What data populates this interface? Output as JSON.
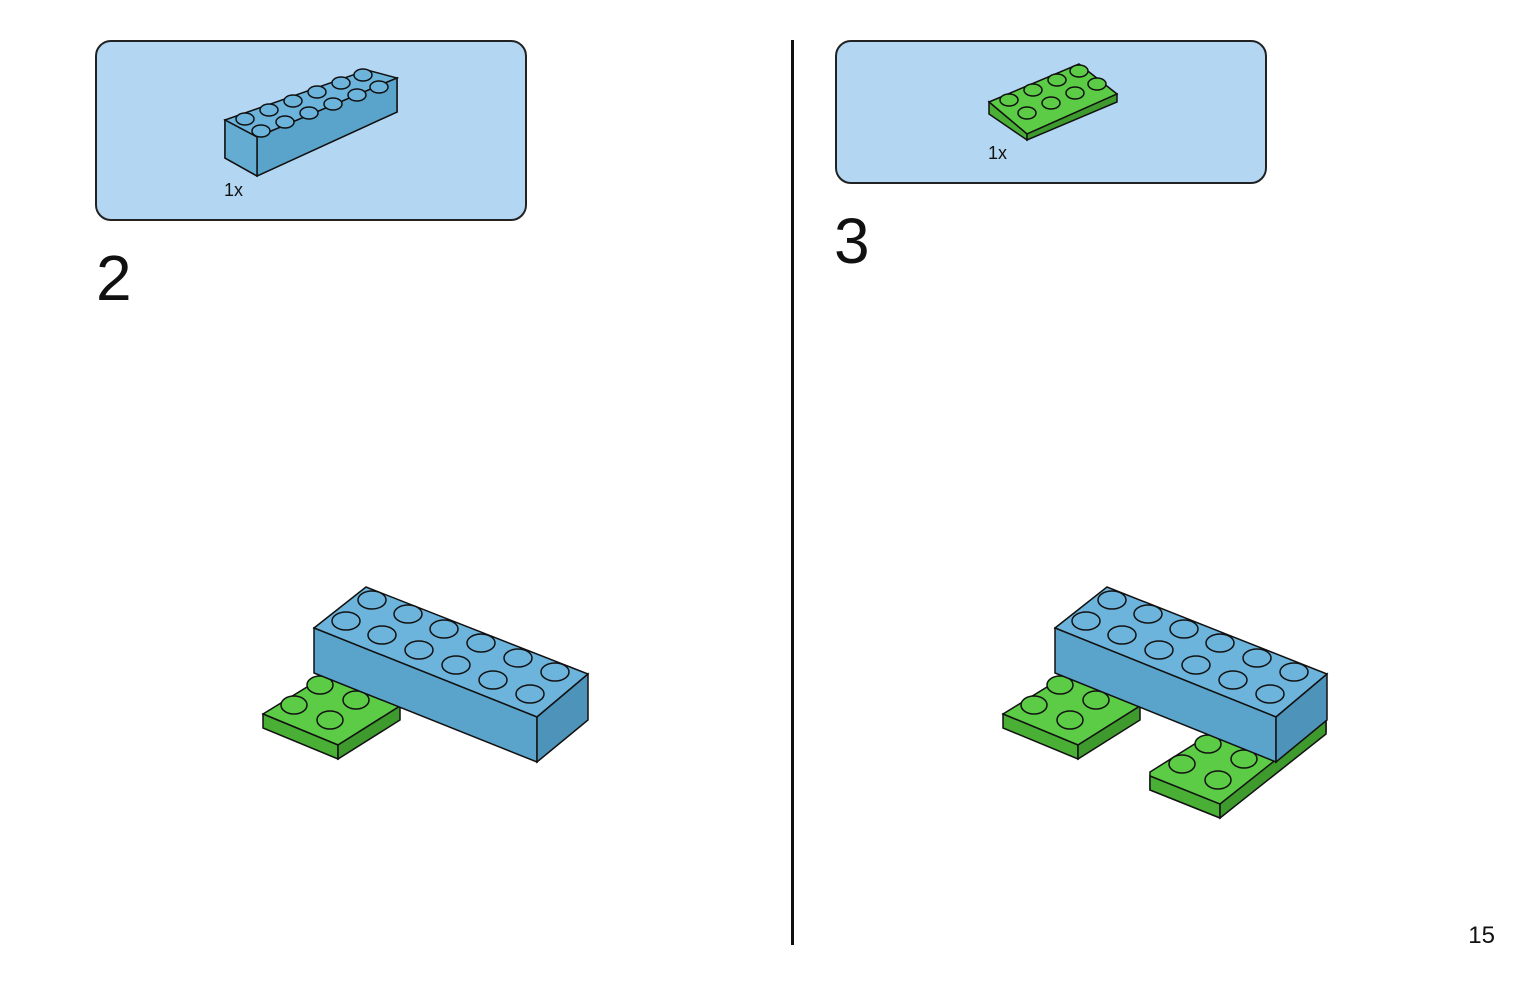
{
  "steps": [
    {
      "number": "2",
      "parts": [
        {
          "qty": "1x",
          "piece": "blue-brick-2x6"
        }
      ]
    },
    {
      "number": "3",
      "parts": [
        {
          "qty": "1x",
          "piece": "green-plate-2x4"
        }
      ]
    }
  ],
  "page_number": "15",
  "colors": {
    "parts_box_bg": "#b3d7f3",
    "blue_brick_top": "#6db4dc",
    "blue_brick_side": "#5aa4cb",
    "green_plate_top": "#5ccb45",
    "green_plate_side": "#49b035",
    "outline": "#111111"
  }
}
